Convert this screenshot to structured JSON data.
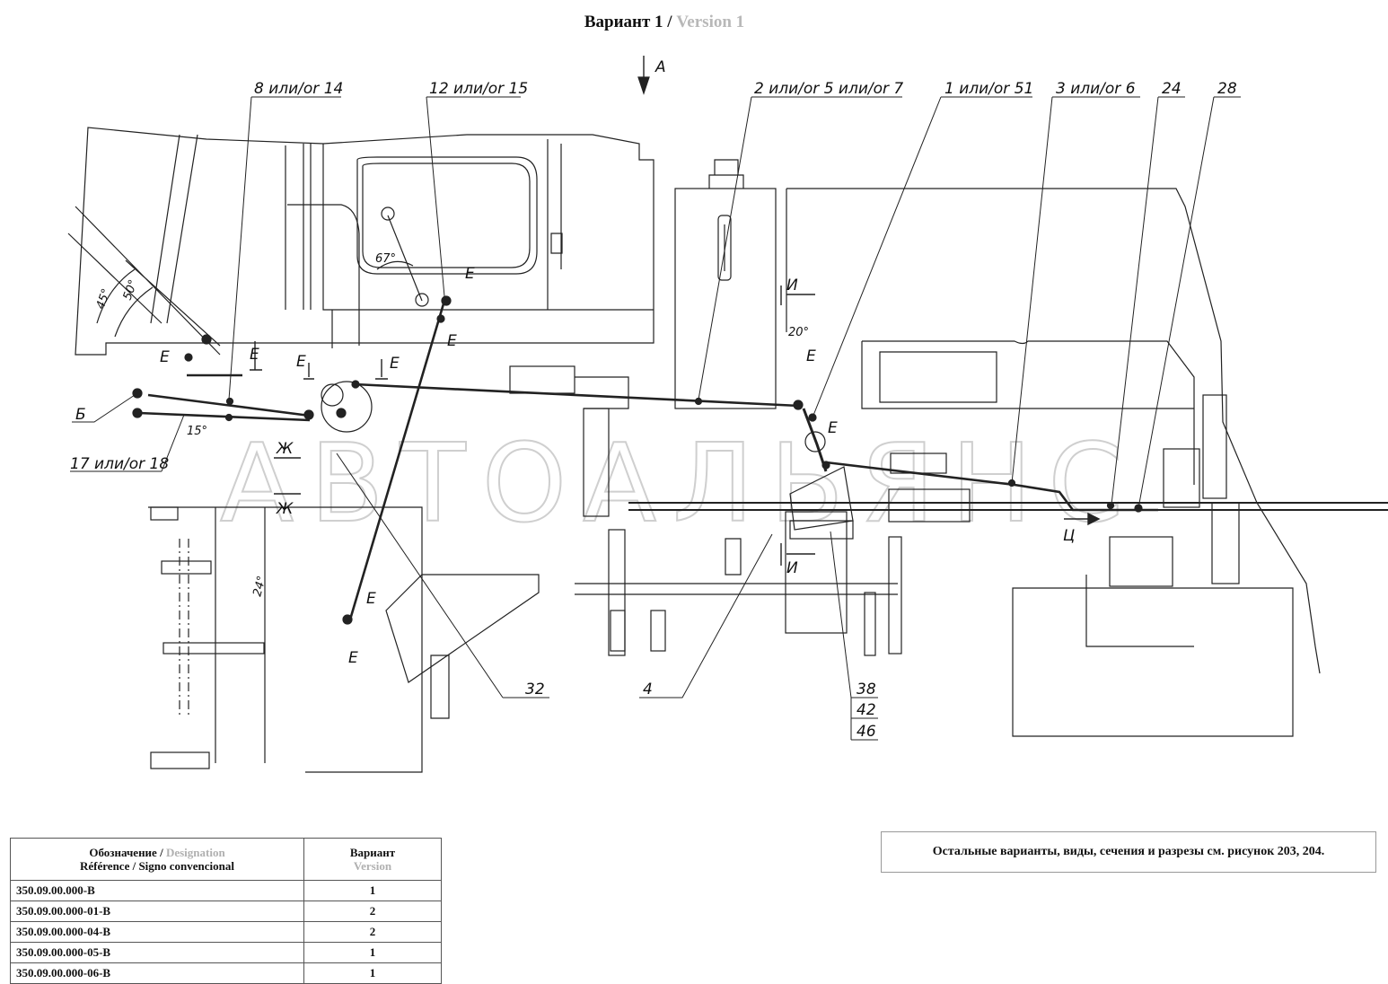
{
  "title": {
    "main": "Вариант 1 /",
    "secondary": "Version 1"
  },
  "callouts": {
    "c8_14": "8 или/or 14",
    "c12_15": "12 или/or 15",
    "c2_5_7": "2 или/or 5 или/or 7",
    "c1_51": "1 или/or 51",
    "c3_6": "3 или/or 6",
    "c24": "24",
    "c28": "28",
    "c17_18": "17 или/or 18",
    "cB": "Б",
    "c32": "32",
    "c4": "4",
    "c38": "38",
    "c42": "42",
    "c46": "46"
  },
  "section_marks": {
    "A": "А",
    "E": "Е",
    "I": "И",
    "Zh": "Ж",
    "Ts": "Ц"
  },
  "angles": {
    "a67": "67°",
    "a45": "45°",
    "a50": "50°",
    "a15": "15°",
    "a20": "20°",
    "a24": "24°"
  },
  "watermark": "АВТОАЛЬЯНС",
  "table": {
    "header_col1_line1": "Обозначение /",
    "header_col1_line1_gray": "Designation",
    "header_col1_line2": "Référence / Signo convencional",
    "header_col2_line1": "Вариант",
    "header_col2_line2_gray": "Version",
    "rows": [
      {
        "code": "350.09.00.000-В",
        "variant": "1"
      },
      {
        "code": "350.09.00.000-01-В",
        "variant": "2"
      },
      {
        "code": "350.09.00.000-04-В",
        "variant": "2"
      },
      {
        "code": "350.09.00.000-05-В",
        "variant": "1"
      },
      {
        "code": "350.09.00.000-06-В",
        "variant": "1"
      }
    ]
  },
  "note": "Остальные варианты, виды, сечения и разрезы см. рисунок 203, 204."
}
